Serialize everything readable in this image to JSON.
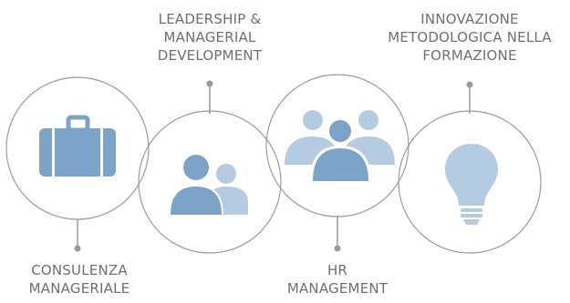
{
  "diagram": {
    "stroke_color": "#9a9a9a",
    "connector_color": "#9a9a9a",
    "icon_color_dark": "#7ea3c8",
    "icon_color_light": "#b4cbe2",
    "items": [
      {
        "id": "consulenza",
        "icon": "briefcase-icon",
        "label_lines": [
          "CONSULENZA",
          "MANAGERIALE"
        ]
      },
      {
        "id": "leadership",
        "icon": "two-people-icon",
        "label_lines": [
          "LEADERSHIP &",
          "MANAGERIAL",
          "DEVELOPMENT"
        ]
      },
      {
        "id": "hr",
        "icon": "group-icon",
        "label_lines": [
          "HR",
          "MANAGEMENT"
        ]
      },
      {
        "id": "innovazione",
        "icon": "lightbulb-icon",
        "label_lines": [
          "INNOVAZIONE",
          "METODOLOGICA NELLA",
          "FORMAZIONE"
        ]
      }
    ]
  }
}
